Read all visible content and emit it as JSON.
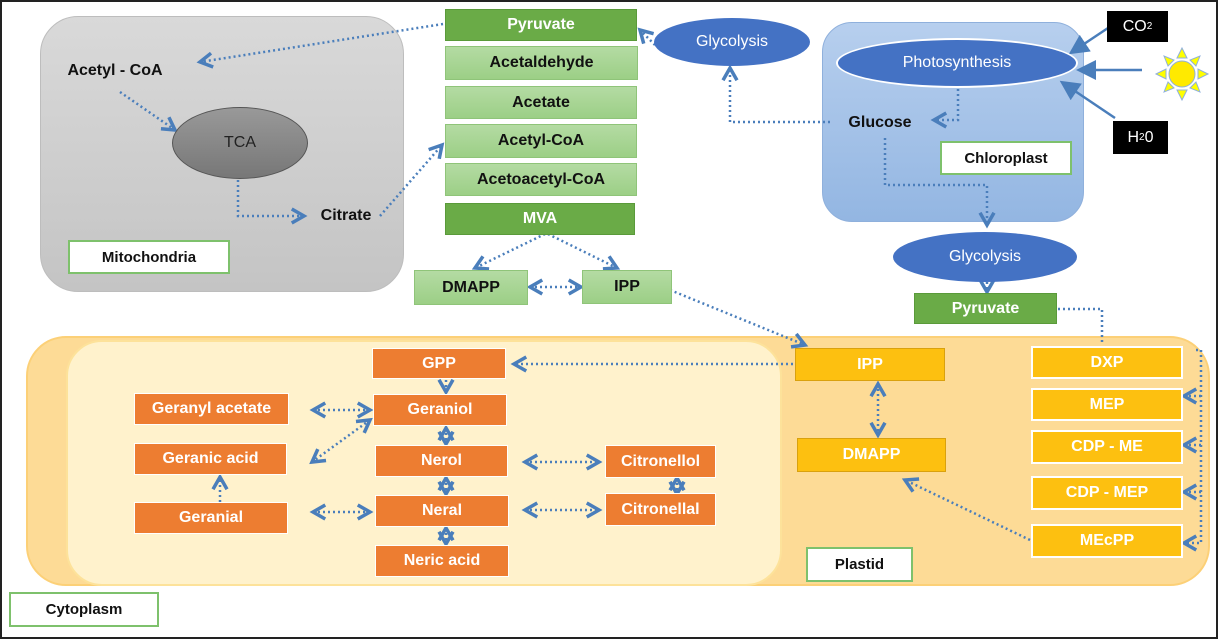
{
  "compartments": {
    "mitochondria": "Mitochondria",
    "chloroplast": "Chloroplast",
    "plastid": "Plastid",
    "cytoplasm": "Cytoplasm"
  },
  "mitochondria_nodes": {
    "acetyl_coa": "Acetyl - CoA",
    "tca": "TCA",
    "citrate": "Citrate"
  },
  "mva_pathway": {
    "pyruvate": "Pyruvate",
    "steps": [
      "Acetaldehyde",
      "Acetate",
      "Acetyl-CoA",
      "Acetoacetyl-CoA"
    ],
    "mva": "MVA",
    "dmapp": "DMAPP",
    "ipp": "IPP"
  },
  "glycolysis_top": "Glycolysis",
  "chloroplast_nodes": {
    "photosynthesis": "Photosynthesis",
    "glucose": "Glucose",
    "co2": "CO",
    "co2_sub": "2",
    "h2o_h": "H",
    "h2o_sub": "2",
    "h2o_o": "0",
    "sun": "sun-icon"
  },
  "glycolysis_bottom": "Glycolysis",
  "pyruvate_bottom": "Pyruvate",
  "plastid_nodes": {
    "ipp": "IPP",
    "dmapp": "DMAPP",
    "mep_pathway": [
      "DXP",
      "MEP",
      "CDP - ME",
      "CDP - MEP",
      "MEcPP"
    ]
  },
  "monoterpenes": {
    "gpp": "GPP",
    "geraniol": "Geraniol",
    "nerol": "Nerol",
    "neral": "Neral",
    "neric_acid": "Neric acid",
    "geranyl_acetate": "Geranyl acetate",
    "geranic_acid": "Geranic acid",
    "geranial": "Geranial",
    "citronellol": "Citronellol",
    "citronellal": "Citronellal"
  },
  "colors": {
    "arrow": "#4a7ebb",
    "green_dark": "#6aab47",
    "orange": "#ed7d31",
    "gold": "#fdc010",
    "ellipse_blue": "#4472c4"
  }
}
